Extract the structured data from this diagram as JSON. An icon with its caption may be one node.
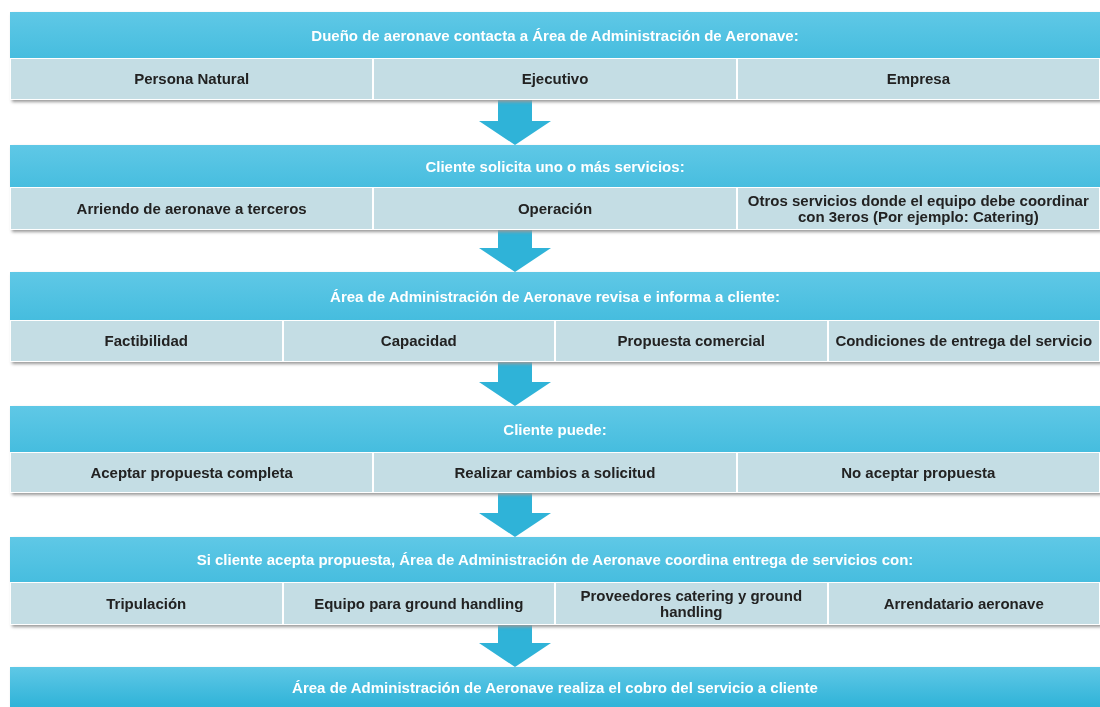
{
  "diagram": {
    "nodes": [
      {
        "text": [
          "Dueño de aeronave contacta a Área de Administración de Aeronave:"
        ]
      },
      {
        "text": [
          "Persona Natural"
        ],
        "in": 0
      },
      {
        "text": [
          "Ejecutivo"
        ],
        "in": 0
      },
      {
        "text": [
          "Empresa"
        ],
        "in": 0
      },
      {
        "text": [
          "Cliente solicita uno o más servicios:"
        ]
      },
      {
        "text": [
          "Arriendo de aeronave a terceros"
        ],
        "in": 4
      },
      {
        "text": [
          "Operación"
        ],
        "in": 4
      },
      {
        "text": [
          "Otros servicios donde el equipo debe coordinar con 3eros (Por ejemplo: Catering)"
        ],
        "in": 4
      },
      {
        "text": [
          "Área de Administración de Aeronave revisa e informa a cliente:"
        ]
      },
      {
        "text": [
          "Factibilidad"
        ],
        "in": 8
      },
      {
        "text": [
          "Capacidad"
        ],
        "in": 8
      },
      {
        "text": [
          "Propuesta comercial"
        ],
        "in": 8
      },
      {
        "text": [
          "Condiciones de entrega del servicio"
        ],
        "in": 8
      },
      {
        "text": [
          "Cliente puede:"
        ]
      },
      {
        "text": [
          "Aceptar propuesta completa"
        ],
        "in": 13
      },
      {
        "text": [
          "Realizar cambios a solicitud"
        ],
        "in": 13
      },
      {
        "text": [
          "No aceptar propuesta"
        ],
        "in": 13
      },
      {
        "text": [
          "Si cliente acepta propuesta, Área de Administración de Aeronave coordina entrega de servicios con:"
        ]
      },
      {
        "text": [
          "Tripulación"
        ],
        "in": 17
      },
      {
        "text": [
          "Equipo para ground handling"
        ],
        "in": 17
      },
      {
        "text": [
          "Proveedores catering y ground handling"
        ],
        "in": 17
      },
      {
        "text": [
          "Arrendatario aeronave"
        ],
        "in": 17
      },
      {
        "text": [
          "Área de Administración de Aeronave realiza el cobro del servicio a cliente"
        ]
      }
    ],
    "edges": [
      {
        "from": 0,
        "to": 4,
        "arrow": "to"
      },
      {
        "from": 4,
        "to": 8,
        "arrow": "to"
      },
      {
        "from": 8,
        "to": 13,
        "arrow": "to"
      },
      {
        "from": 13,
        "to": 17,
        "arrow": "to"
      },
      {
        "from": 17,
        "to": 22,
        "arrow": "to"
      }
    ]
  }
}
